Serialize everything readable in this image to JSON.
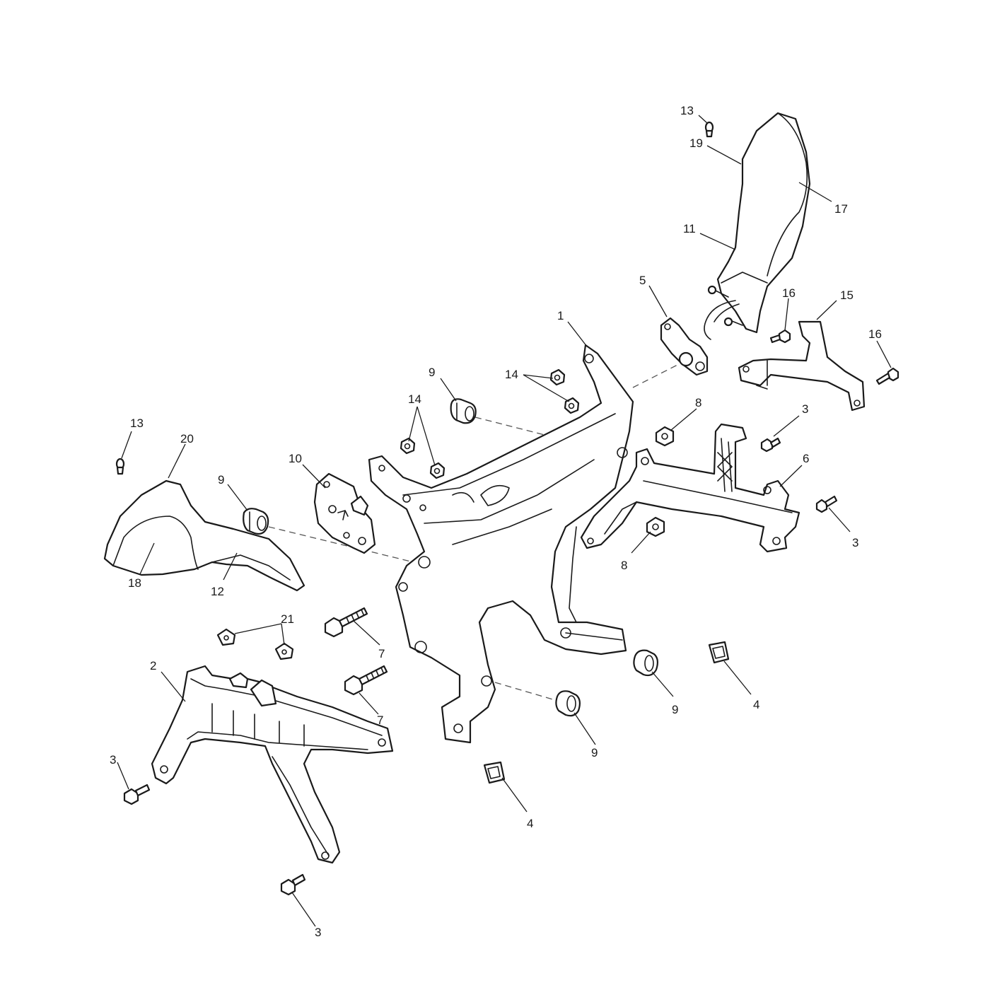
{
  "diagram": {
    "callouts": [
      {
        "id": "c1",
        "label": "1"
      },
      {
        "id": "c2",
        "label": "2"
      },
      {
        "id": "c3a",
        "label": "3"
      },
      {
        "id": "c3b",
        "label": "3"
      },
      {
        "id": "c3c",
        "label": "3"
      },
      {
        "id": "c3d",
        "label": "3"
      },
      {
        "id": "c4a",
        "label": "4"
      },
      {
        "id": "c4b",
        "label": "4"
      },
      {
        "id": "c5",
        "label": "5"
      },
      {
        "id": "c6",
        "label": "6"
      },
      {
        "id": "c7a",
        "label": "7"
      },
      {
        "id": "c7b",
        "label": "7"
      },
      {
        "id": "c8a",
        "label": "8"
      },
      {
        "id": "c8b",
        "label": "8"
      },
      {
        "id": "c9a",
        "label": "9"
      },
      {
        "id": "c9b",
        "label": "9"
      },
      {
        "id": "c9c",
        "label": "9"
      },
      {
        "id": "c9d",
        "label": "9"
      },
      {
        "id": "c10",
        "label": "10"
      },
      {
        "id": "c11",
        "label": "11"
      },
      {
        "id": "c12",
        "label": "12"
      },
      {
        "id": "c13a",
        "label": "13"
      },
      {
        "id": "c13b",
        "label": "13"
      },
      {
        "id": "c14a",
        "label": "14"
      },
      {
        "id": "c14b",
        "label": "14"
      },
      {
        "id": "c15",
        "label": "15"
      },
      {
        "id": "c16a",
        "label": "16"
      },
      {
        "id": "c16b",
        "label": "16"
      },
      {
        "id": "c17",
        "label": "17"
      },
      {
        "id": "c18",
        "label": "18"
      },
      {
        "id": "c19",
        "label": "19"
      },
      {
        "id": "c20",
        "label": "20"
      },
      {
        "id": "c21",
        "label": "21"
      }
    ]
  }
}
